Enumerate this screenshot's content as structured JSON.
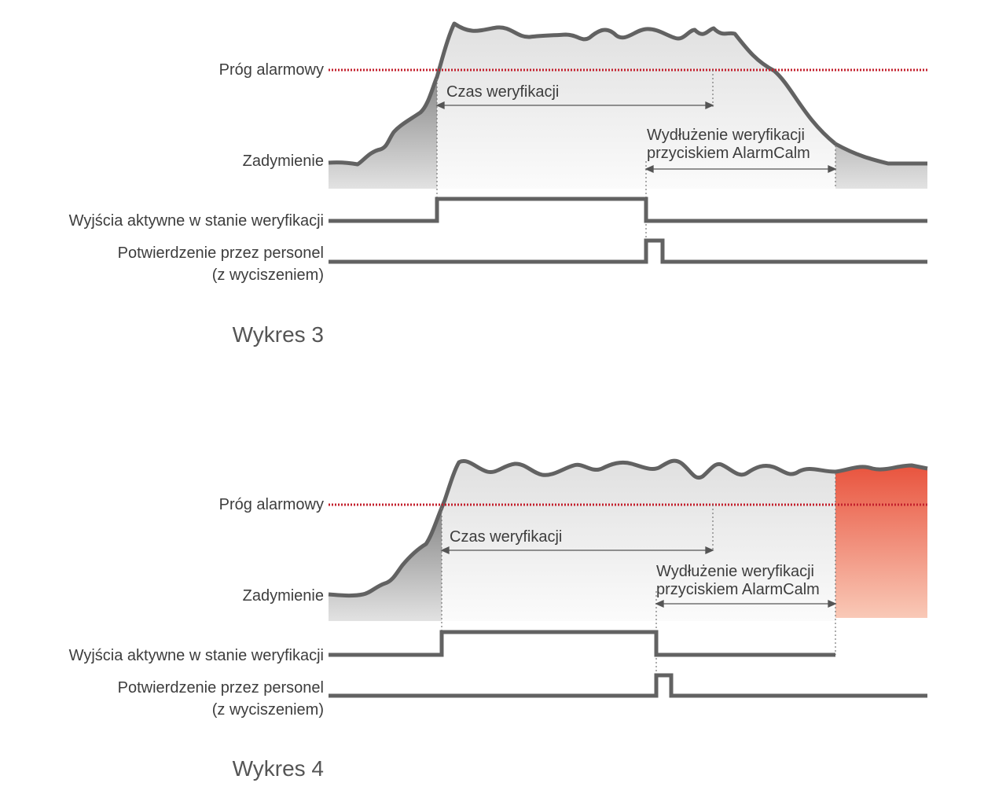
{
  "diagram3": {
    "labels": {
      "threshold": "Próg alarmowy",
      "smoke": "Zadymienie",
      "outputs": "Wyjścia aktywne w stanie weryfikacji",
      "confirm_line1": "Potwierdzenie przez personel",
      "confirm_line2": "(z wyciszeniem)"
    },
    "annotations": {
      "verification_time": "Czas weryfikacji",
      "extension_line1": "Wydłużenie weryfikacji",
      "extension_line2": "przyciskiem AlarmCalm"
    },
    "caption": "Wykres 3"
  },
  "diagram4": {
    "labels": {
      "threshold": "Próg alarmowy",
      "smoke": "Zadymienie",
      "outputs": "Wyjścia aktywne w stanie weryfikacji",
      "confirm_line1": "Potwierdzenie przez personel",
      "confirm_line2": "(z wyciszeniem)"
    },
    "annotations": {
      "verification_time": "Czas weryfikacji",
      "extension_line1": "Wydłużenie weryfikacji",
      "extension_line2": "przyciskiem AlarmCalm"
    },
    "caption": "Wykres 4"
  },
  "colors": {
    "signal_line": "#626262",
    "threshold_line": "#c3202d",
    "alarm_fill": "#e8503a"
  }
}
